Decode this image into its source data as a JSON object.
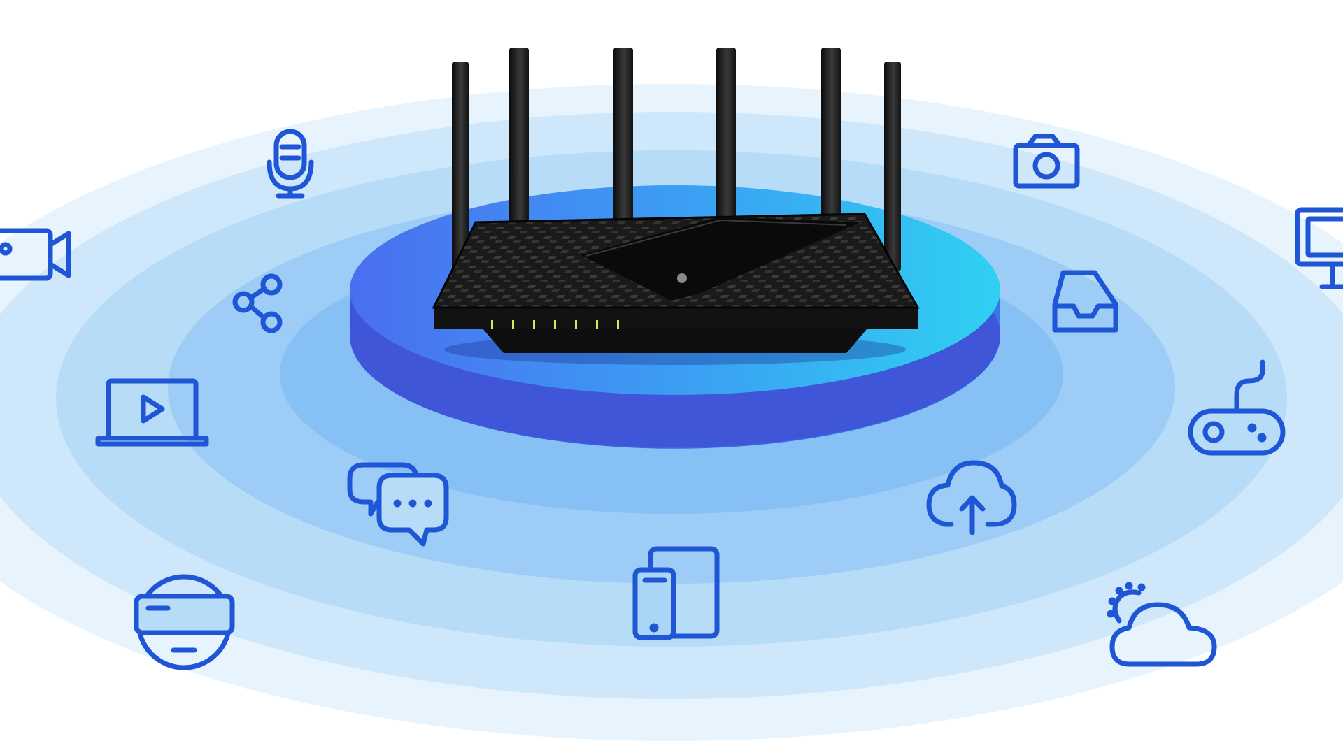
{
  "scene": {
    "subject": "wifi-router",
    "antenna_count": 6,
    "status_light_count": 7
  },
  "colors": {
    "background": "#ffffff",
    "ripple_outer": "#d6ecfb",
    "ripple_mid": "#a9d6f7",
    "ripple_inner": "#7fbcf2",
    "platform_top_left": "#4a7cf0",
    "platform_top_right": "#2ecdf2",
    "platform_side": "#3a5bd8",
    "icon_stroke": "#1e56d6",
    "router_body": "#161616",
    "status_light": "#d8e85a"
  },
  "icons": [
    {
      "name": "microphone-icon"
    },
    {
      "name": "video-camera-icon"
    },
    {
      "name": "share-icon"
    },
    {
      "name": "laptop-play-icon"
    },
    {
      "name": "chat-bubbles-icon"
    },
    {
      "name": "vr-headset-icon"
    },
    {
      "name": "phone-tablet-icon"
    },
    {
      "name": "cloud-upload-icon"
    },
    {
      "name": "weather-cloud-icon"
    },
    {
      "name": "game-controller-icon"
    },
    {
      "name": "inbox-tray-icon"
    },
    {
      "name": "photo-camera-icon"
    },
    {
      "name": "desktop-monitor-icon"
    }
  ]
}
